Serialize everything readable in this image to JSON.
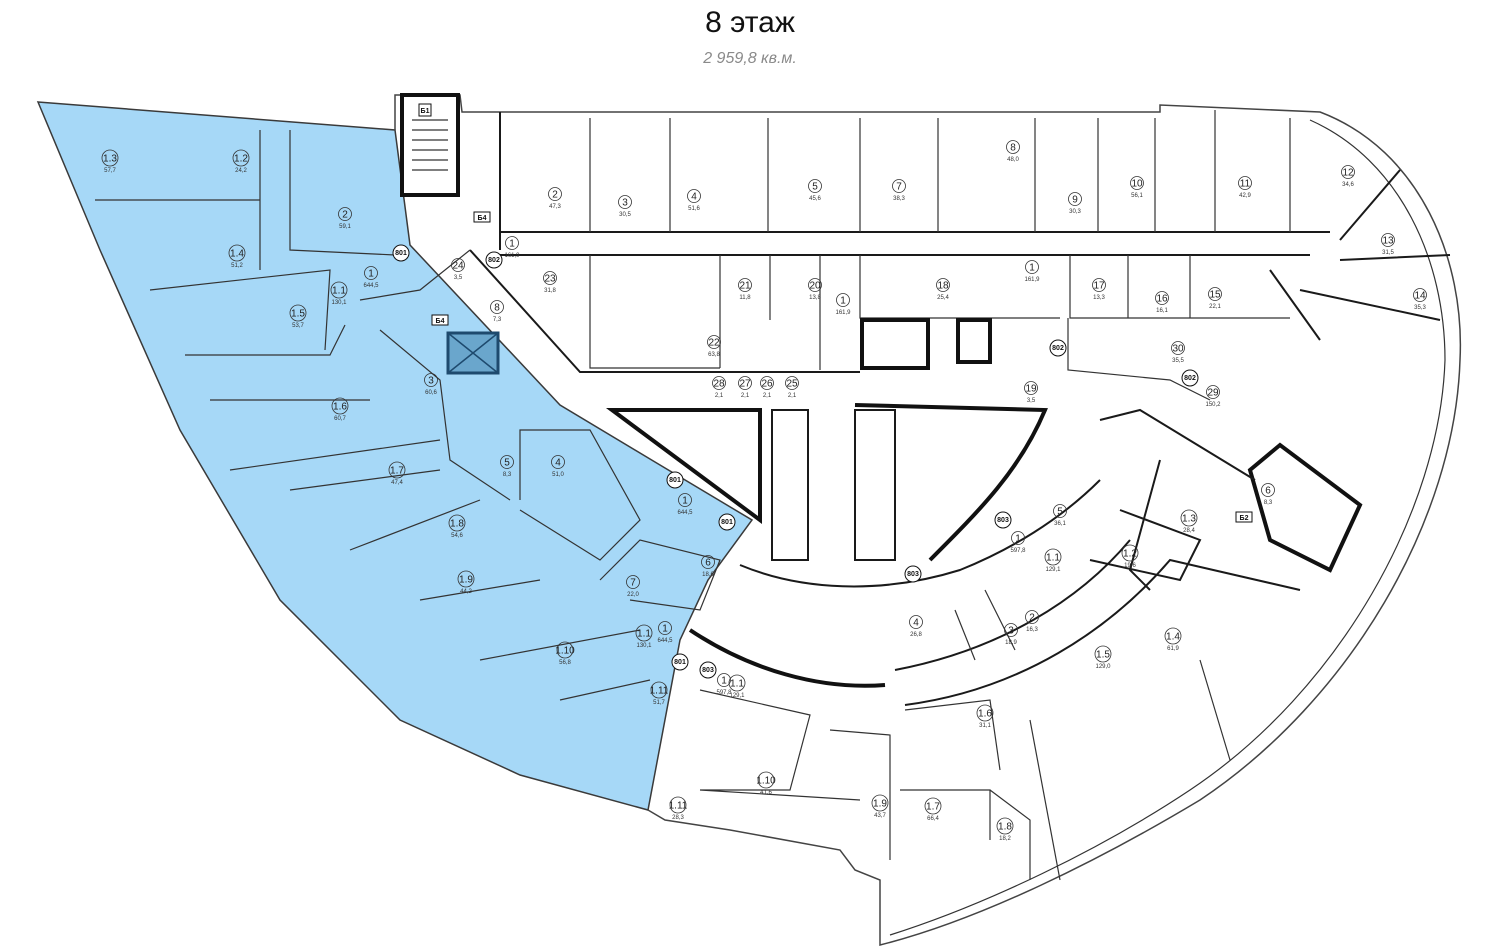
{
  "header": {
    "title": "8 этаж",
    "subtitle": "2 959,8 кв.м."
  },
  "colors": {
    "highlight_fill": "#a6d8f7",
    "wall": "#1a1a1a",
    "background": "#ffffff"
  },
  "zone_tags": [
    "801",
    "802",
    "803",
    "Б1",
    "Б4",
    "Б2"
  ],
  "rooms": [
    {
      "id": "r-1.3-w",
      "num": "1.3",
      "area": "57,7"
    },
    {
      "id": "r-1.2-w",
      "num": "1.2",
      "area": "24,2"
    },
    {
      "id": "r-2-w",
      "num": "2",
      "area": "59,1"
    },
    {
      "id": "r-1.4-w",
      "num": "1.4",
      "area": "51,2"
    },
    {
      "id": "r-1.1-w",
      "num": "1.1",
      "area": "130,1"
    },
    {
      "id": "r-1-w",
      "num": "1",
      "area": "644,5"
    },
    {
      "id": "r-1.5-w",
      "num": "1.5",
      "area": "53,7"
    },
    {
      "id": "r-1.6-w",
      "num": "1.6",
      "area": "60,7"
    },
    {
      "id": "r-3-w",
      "num": "3",
      "area": "60,6"
    },
    {
      "id": "r-1.7-w",
      "num": "1.7",
      "area": "47,4"
    },
    {
      "id": "r-5-w",
      "num": "5",
      "area": "8,3"
    },
    {
      "id": "r-4-w",
      "num": "4",
      "area": "51,0"
    },
    {
      "id": "r-1.8-w",
      "num": "1.8",
      "area": "54,6"
    },
    {
      "id": "r-1-w2",
      "num": "1",
      "area": "644,5"
    },
    {
      "id": "r-1.9-w",
      "num": "1.9",
      "area": "44,2"
    },
    {
      "id": "r-6-w",
      "num": "6",
      "area": "18,6"
    },
    {
      "id": "r-7-w",
      "num": "7",
      "area": "22,0"
    },
    {
      "id": "r-1.10-w",
      "num": "1.10",
      "area": "56,8"
    },
    {
      "id": "r-1.1-w2",
      "num": "1.1",
      "area": "130,1"
    },
    {
      "id": "r-1-w3",
      "num": "1",
      "area": "644,5"
    },
    {
      "id": "r-1.11-w",
      "num": "1.11",
      "area": "51,7"
    },
    {
      "id": "r-8-w",
      "num": "8",
      "area": "7,3"
    },
    {
      "id": "r-24",
      "num": "24",
      "area": "3,5"
    },
    {
      "id": "r-2-n",
      "num": "2",
      "area": "47,3"
    },
    {
      "id": "r-3-n",
      "num": "3",
      "area": "30,5"
    },
    {
      "id": "r-4-n",
      "num": "4",
      "area": "51,6"
    },
    {
      "id": "r-5-n",
      "num": "5",
      "area": "45,6"
    },
    {
      "id": "r-7-n",
      "num": "7",
      "area": "38,3"
    },
    {
      "id": "r-8-n",
      "num": "8",
      "area": "48,0"
    },
    {
      "id": "r-9-n",
      "num": "9",
      "area": "30,3"
    },
    {
      "id": "r-10-n",
      "num": "10",
      "area": "56,1"
    },
    {
      "id": "r-11-n",
      "num": "11",
      "area": "42,9"
    },
    {
      "id": "r-12-n",
      "num": "12",
      "area": "34,6"
    },
    {
      "id": "r-13-n",
      "num": "13",
      "area": "31,5"
    },
    {
      "id": "r-14-n",
      "num": "14",
      "area": "35,3"
    },
    {
      "id": "r-1-c1",
      "num": "1",
      "area": "161,9"
    },
    {
      "id": "r-23",
      "num": "23",
      "area": "31,8"
    },
    {
      "id": "r-21",
      "num": "21",
      "area": "11,8"
    },
    {
      "id": "r-20",
      "num": "20",
      "area": "13,8"
    },
    {
      "id": "r-1-c2",
      "num": "1",
      "area": "161,9"
    },
    {
      "id": "r-18",
      "num": "18",
      "area": "25,4"
    },
    {
      "id": "r-1-c3",
      "num": "1",
      "area": "161,9"
    },
    {
      "id": "r-17",
      "num": "17",
      "area": "13,3"
    },
    {
      "id": "r-16",
      "num": "16",
      "area": "16,1"
    },
    {
      "id": "r-15",
      "num": "15",
      "area": "22,1"
    },
    {
      "id": "r-22",
      "num": "22",
      "area": "63,8"
    },
    {
      "id": "r-28",
      "num": "28",
      "area": "2,1"
    },
    {
      "id": "r-27",
      "num": "27",
      "area": "2,1"
    },
    {
      "id": "r-26",
      "num": "26",
      "area": "2,1"
    },
    {
      "id": "r-25",
      "num": "25",
      "area": "2,1"
    },
    {
      "id": "r-19",
      "num": "19",
      "area": "3,5"
    },
    {
      "id": "r-30",
      "num": "30",
      "area": "35,5"
    },
    {
      "id": "r-29",
      "num": "29",
      "area": "150,2"
    },
    {
      "id": "r-6-e",
      "num": "6",
      "area": "8,3"
    },
    {
      "id": "r-5-e",
      "num": "5",
      "area": "36,1"
    },
    {
      "id": "r-1.3-e",
      "num": "1.3",
      "area": "28,4"
    },
    {
      "id": "r-1-e",
      "num": "1",
      "area": "597,8"
    },
    {
      "id": "r-1.1-e",
      "num": "1.1",
      "area": "129,1"
    },
    {
      "id": "r-1.2-e",
      "num": "1.2",
      "area": "19,6"
    },
    {
      "id": "r-4-s",
      "num": "4",
      "area": "26,8"
    },
    {
      "id": "r-2-s",
      "num": "2",
      "area": "16,3"
    },
    {
      "id": "r-3-s",
      "num": "3",
      "area": "18,9"
    },
    {
      "id": "r-1.4-e",
      "num": "1.4",
      "area": "61,9"
    },
    {
      "id": "r-1.5-e",
      "num": "1.5",
      "area": "129,0"
    },
    {
      "id": "r-1-s",
      "num": "1",
      "area": "597,8"
    },
    {
      "id": "r-1.1-s",
      "num": "1.1",
      "area": "129,1"
    },
    {
      "id": "r-1.6-s",
      "num": "1.6",
      "area": "31,1"
    },
    {
      "id": "r-1.10-s",
      "num": "1.10",
      "area": "41,6"
    },
    {
      "id": "r-1.11-s",
      "num": "1.11",
      "area": "28,3"
    },
    {
      "id": "r-1.9-s",
      "num": "1.9",
      "area": "43,7"
    },
    {
      "id": "r-1.7-s",
      "num": "1.7",
      "area": "66,4"
    },
    {
      "id": "r-1.8-s",
      "num": "1.8",
      "area": "18,2"
    }
  ]
}
